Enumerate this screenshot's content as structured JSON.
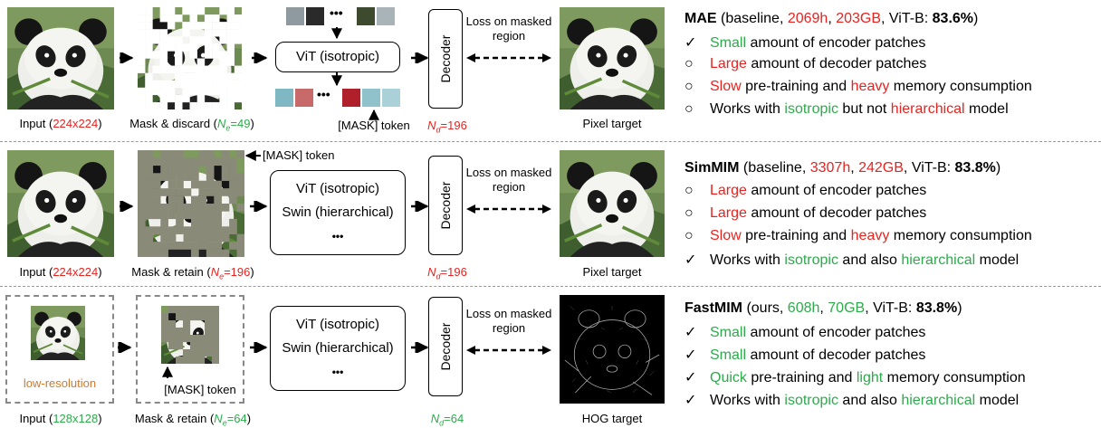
{
  "rows": [
    {
      "input_caption_prefix": "Input (",
      "input_size": "224x224",
      "input_caption_suffix": ")",
      "mask_caption_prefix": "Mask & discard (",
      "mask_n_label": "N",
      "mask_n_sub": "e",
      "mask_n_value": "=49",
      "mask_caption_suffix": ")",
      "encoder_lines": [
        "ViT (isotropic)"
      ],
      "mask_token_label": "[MASK] token",
      "decoder_label": "Decoder",
      "nd_label": "N",
      "nd_sub": "d",
      "nd_value": "=196",
      "loss_label": "Loss on masked region",
      "target_caption": "Pixel target",
      "ellipsis": "•••",
      "title_name": "MAE",
      "title_pre": " (baseline, ",
      "title_time": "2069h",
      "title_sep": ", ",
      "title_mem": "203GB",
      "title_post": ", ViT-B: ",
      "title_score": "83.6%",
      "title_end": ")",
      "bullets": [
        {
          "mark": "✓",
          "hl": "Small",
          "hl_color": "green",
          "rest": " amount of encoder patches"
        },
        {
          "mark": "○",
          "hl": "Large",
          "hl_color": "red",
          "rest": " amount of decoder patches"
        },
        {
          "mark": "○",
          "hl": "Slow",
          "hl_color": "red",
          "rest": " pre-training and ",
          "hl2": "heavy",
          "hl2_color": "red",
          "rest2": " memory consumption"
        },
        {
          "mark": "○",
          "pre": "Works with ",
          "hl": "isotropic",
          "hl_color": "green",
          "rest": " but not ",
          "hl2": "hierarchical",
          "hl2_color": "red",
          "rest2": " model"
        }
      ]
    },
    {
      "input_caption_prefix": "Input (",
      "input_size": "224x224",
      "input_caption_suffix": ")",
      "mask_caption_prefix": "Mask & retain (",
      "mask_n_label": "N",
      "mask_n_sub": "e",
      "mask_n_value": "=196",
      "mask_caption_suffix": ")",
      "encoder_lines": [
        "ViT (isotropic)",
        "Swin (hierarchical)",
        "•••"
      ],
      "mask_token_label": "[MASK] token",
      "decoder_label": "Decoder",
      "nd_label": "N",
      "nd_sub": "d",
      "nd_value": "=196",
      "loss_label": "Loss on masked region",
      "target_caption": "Pixel target",
      "title_name": "SimMIM",
      "title_pre": " (baseline, ",
      "title_time": "3307h",
      "title_sep": ", ",
      "title_mem": "242GB",
      "title_post": ", ViT-B: ",
      "title_score": "83.8%",
      "title_end": ")",
      "bullets": [
        {
          "mark": "○",
          "hl": "Large",
          "hl_color": "red",
          "rest": " amount of encoder patches"
        },
        {
          "mark": "○",
          "hl": "Large",
          "hl_color": "red",
          "rest": " amount of decoder patches"
        },
        {
          "mark": "○",
          "hl": "Slow",
          "hl_color": "red",
          "rest": " pre-training and ",
          "hl2": "heavy",
          "hl2_color": "red",
          "rest2": " memory consumption"
        },
        {
          "mark": "✓",
          "pre": "Works with ",
          "hl": "isotropic",
          "hl_color": "green",
          "rest": " and also ",
          "hl2": "hierarchical",
          "hl2_color": "green",
          "rest2": " model"
        }
      ]
    },
    {
      "input_caption_prefix": "Input (",
      "input_size": "128x128",
      "input_caption_suffix": ")",
      "lowres_label": "low-resolution",
      "mask_caption_prefix": "Mask & retain (",
      "mask_n_label": "N",
      "mask_n_sub": "e",
      "mask_n_value": "=64",
      "mask_caption_suffix": ")",
      "encoder_lines": [
        "ViT (isotropic)",
        "Swin (hierarchical)",
        "•••"
      ],
      "mask_token_label": "[MASK] token",
      "decoder_label": "Decoder",
      "nd_label": "N",
      "nd_sub": "d",
      "nd_value": "=64",
      "loss_label": "Loss on masked region",
      "target_caption": "HOG target",
      "title_name": "FastMIM",
      "title_pre": " (ours, ",
      "title_time": "608h",
      "title_sep": ", ",
      "title_mem": "70GB",
      "title_post": ", ViT-B: ",
      "title_score": "83.8%",
      "title_end": ")",
      "bullets": [
        {
          "mark": "✓",
          "hl": "Small",
          "hl_color": "green",
          "rest": " amount of encoder patches"
        },
        {
          "mark": "✓",
          "hl": "Small",
          "hl_color": "green",
          "rest": " amount of decoder patches"
        },
        {
          "mark": "✓",
          "hl": "Quick",
          "hl_color": "green",
          "rest": " pre-training and ",
          "hl2": "light",
          "hl2_color": "green",
          "rest2": " memory consumption"
        },
        {
          "mark": "✓",
          "pre": "Works with ",
          "hl": "isotropic",
          "hl_color": "green",
          "rest": " and also ",
          "hl2": "hierarchical",
          "hl2_color": "green",
          "rest2": " model"
        }
      ]
    }
  ],
  "colors": {
    "red": "#e8231f",
    "green": "#2cab4b",
    "orange": "#d07a2a",
    "mask_gray": "#8a8a78"
  }
}
